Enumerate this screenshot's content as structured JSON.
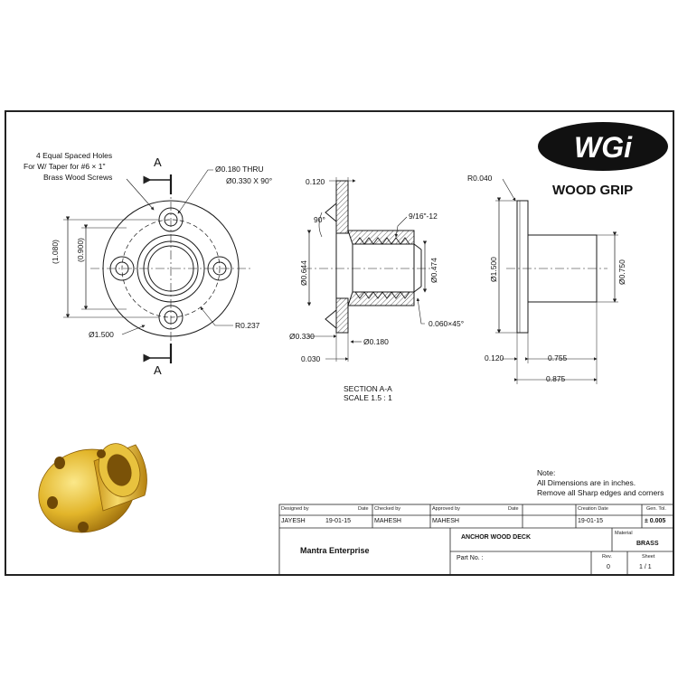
{
  "logo": {
    "letters": "WGi",
    "brand": "WOOD GRIP"
  },
  "front_view": {
    "holes_note": [
      "4 Equal Spaced Holes",
      "For W/ Taper for  #6 × 1\"",
      "Brass Wood Screws"
    ],
    "section_mark_top": "A",
    "section_mark_bottom": "A",
    "thru_callout": "Ø0.180 THRU",
    "csk_callout": "Ø0.330 X 90°",
    "dim_1080": "(1.080)",
    "dim_0900": "(0.900)",
    "dim_flange_dia": "Ø1.500",
    "dim_radius": "R0.237"
  },
  "section_view": {
    "dim_flange_thk": "0.120",
    "dim_angle": "90°",
    "dim_thread": "9/16\"-12",
    "dim_bore": "Ø0.644",
    "dim_minor": "Ø0.474",
    "dim_chamfer": "0.060×45°",
    "dim_csk": "Ø0.330",
    "dim_hole": "Ø0.180",
    "dim_depth": "0.030",
    "caption_1": "SECTION  A-A",
    "caption_2": "SCALE 1.5 : 1"
  },
  "side_view": {
    "dim_radius": "R0.040",
    "dim_flange": "Ø1.500",
    "dim_boss": "Ø0.750",
    "dim_thk": "0.120",
    "dim_boss_len": "0.755",
    "dim_total": "0.875"
  },
  "notes": [
    "Note:",
    "All Dimensions are in inches.",
    "Remove all Sharp edges and corners"
  ],
  "title_block": {
    "designed_by_label": "Designed by",
    "designed_by": "JAYESH",
    "date_label": "Date",
    "date_1": "19-01-15",
    "checked_by_label": "Checked by",
    "checked_by": "MAHESH",
    "approved_by_label": "Approved by",
    "approved_by": "MAHESH",
    "date_label_2": "Date",
    "creation_date_label": "Creation Date",
    "creation_date": "19-01-15",
    "tolerance_label": "Gen. Tol.",
    "tolerance": "± 0.005",
    "company": "Mantra Enterprise",
    "part_name": "ANCHOR WOOD DECK",
    "material_label": "Material",
    "material": "BRASS",
    "part_no_label": "Part No. :",
    "rev_label": "Rev.",
    "rev": "0",
    "sheet_label": "Sheet",
    "sheet": "1 / 1"
  },
  "colors": {
    "brass_light": "#f3d45a",
    "brass_mid": "#d9a820",
    "brass_dark": "#8a5e08",
    "line": "#1a1a1a"
  }
}
